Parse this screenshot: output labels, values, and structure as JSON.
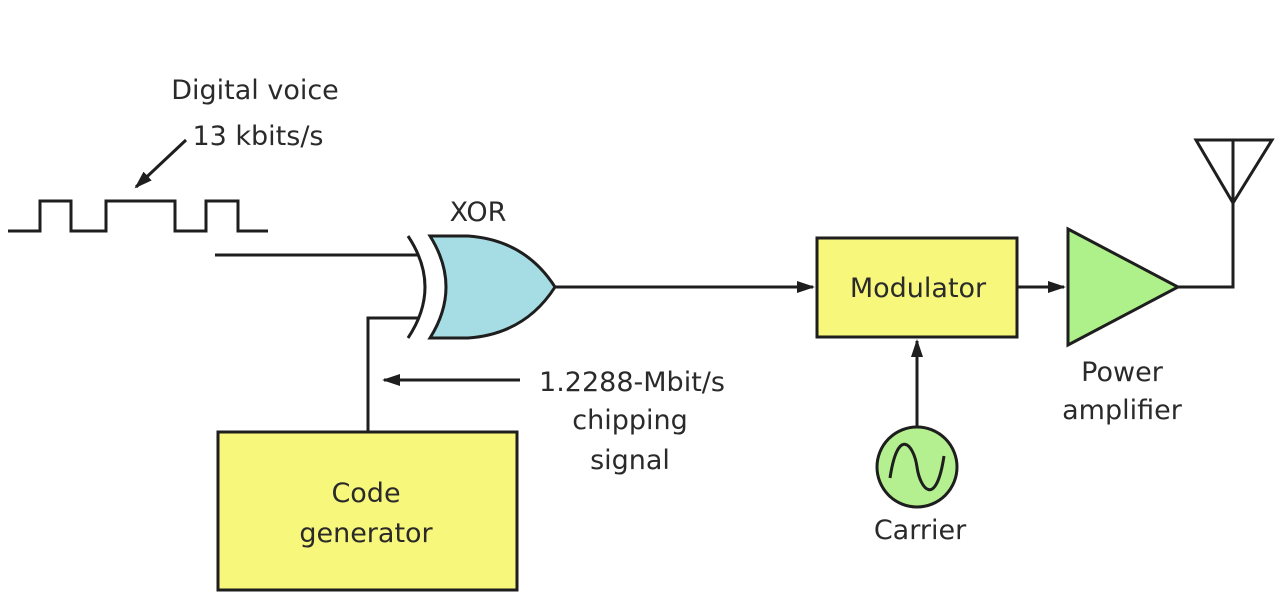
{
  "labels": {
    "digital_voice": "Digital voice",
    "rate": "13 kbits/s",
    "xor": "XOR",
    "chip_rate": "1.2288-Mbit/s",
    "chipping": "chipping",
    "signal": "signal",
    "code": "Code",
    "generator": "generator",
    "modulator": "Modulator",
    "power": "Power",
    "amplifier": "amplifier",
    "carrier": "Carrier"
  },
  "colors": {
    "box_fill": "#f7f77c",
    "xor_fill": "#a6dce3",
    "amp_fill": "#aef08a",
    "carrier_fill": "#b4f08f"
  }
}
